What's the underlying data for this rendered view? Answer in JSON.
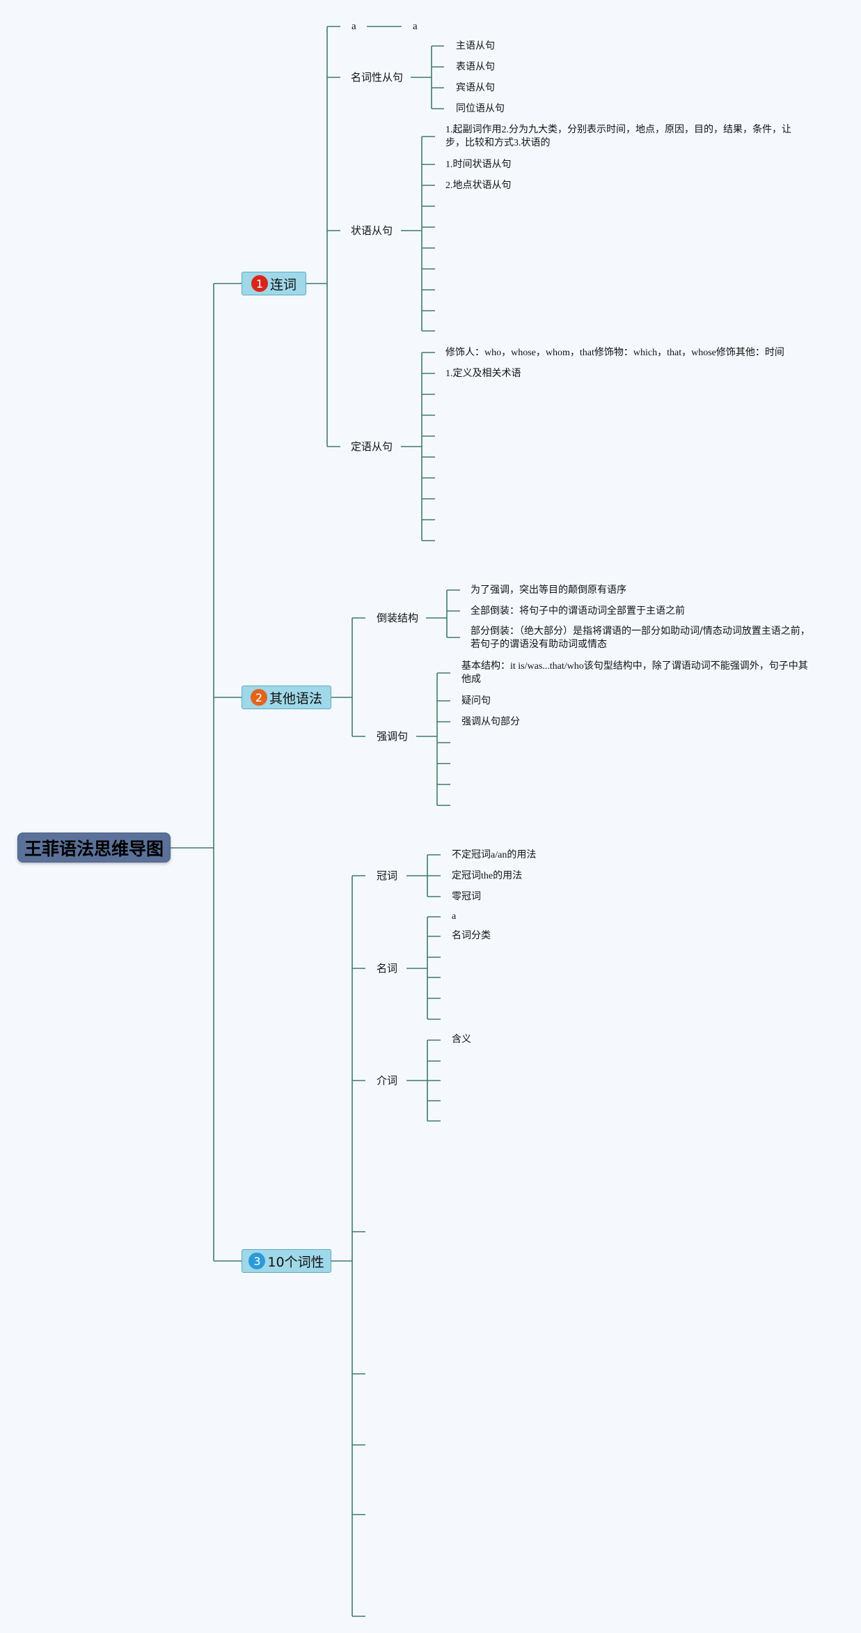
{
  "root": {
    "title": "王菲语法思维导图"
  },
  "branches": [
    {
      "num": "1",
      "label": "连词",
      "color": "#d9261c"
    },
    {
      "num": "2",
      "label": "其他语法",
      "color": "#e2641c"
    },
    {
      "num": "3",
      "label": "10个词性",
      "color": "#2c9ad8"
    }
  ],
  "conj": {
    "a1": "a",
    "a2": "a",
    "noun_clause": {
      "label": "名词性从句",
      "items": [
        "主语从句",
        "表语从句",
        "宾语从句",
        "同位语从句"
      ]
    },
    "adverbial": {
      "label": "状语从句",
      "note": "1.起副词作用2.分为九大类，分别表示时间，地点，原因，目的，结果，条件，让步，比较和方式3.状语的",
      "items": [
        "1.时间状语从句",
        "2.地点状语从句"
      ]
    },
    "attributive": {
      "label": "定语从句",
      "note": "修饰人：who，whose，whom，that修饰物：which，that，whose修饰其他：时间",
      "items": [
        "1.定义及相关术语"
      ]
    }
  },
  "other": {
    "inversion": {
      "label": "倒装结构",
      "items": [
        "为了强调，突出等目的颠倒原有语序",
        "全部倒装：将句子中的谓语动词全部置于主语之前",
        "部分倒装：（绝大部分）是指将谓语的一部分如助动词/情态动词放置主语之前，若句子的谓语没有助动词或情态"
      ]
    },
    "emphasis": {
      "label": "强调句",
      "items": [
        "基本结构：it is/was...that/who该句型结构中，除了谓语动词不能强调外，句子中其他成",
        "疑问句",
        "强调从句部分"
      ]
    }
  },
  "pos": {
    "article": {
      "label": "冠词",
      "items": [
        "不定冠词a/an的用法",
        "定冠词the的用法",
        "零冠词"
      ]
    },
    "noun": {
      "label": "名词",
      "items": [
        "a",
        "名词分类"
      ]
    },
    "prep": {
      "label": "介词",
      "items": [
        "含义"
      ]
    }
  }
}
